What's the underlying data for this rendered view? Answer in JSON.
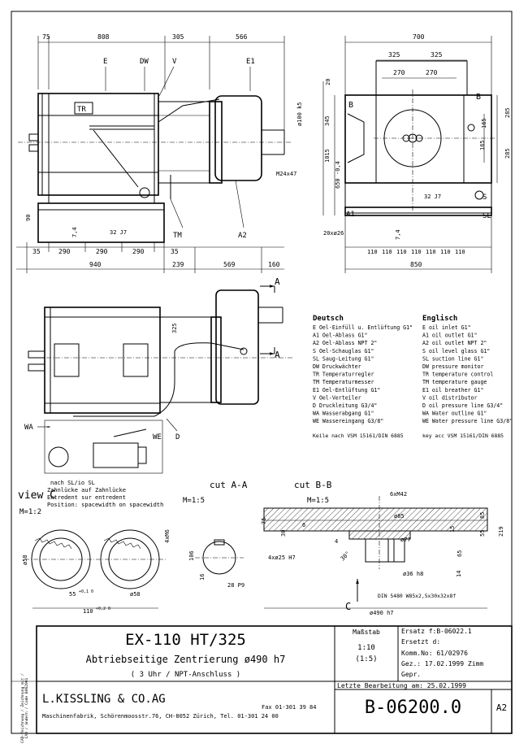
{
  "top_view": {
    "dims_top": [
      "75",
      "808",
      "305",
      "566"
    ],
    "labels": [
      "E",
      "DW",
      "V",
      "E1",
      "TR",
      "TM",
      "A2"
    ],
    "dims_bottom_row1": [
      "35",
      "290",
      "290",
      "290",
      "35"
    ],
    "dims_bottom_row2": [
      "940",
      "239",
      "569",
      "160"
    ],
    "dim_90": "90",
    "dim_7_4": "7,4",
    "dim_32_j7": "32 J7",
    "dim_shaft": "ø100 k5",
    "dim_thread": "M24x47"
  },
  "side_view": {
    "dims_top": [
      "700",
      "325",
      "325",
      "270",
      "270"
    ],
    "dims_left": [
      "20",
      "345",
      "1015",
      "650 -0,4"
    ],
    "dims_right": [
      "285",
      "165",
      "165",
      "285"
    ],
    "labels": [
      "B",
      "B",
      "S",
      "A1",
      "SL"
    ],
    "dim_32_j7": "32 J7",
    "dim_7_4": "7,4",
    "dim_holes": "20xø26",
    "dims_bottom_row1": [
      "110",
      "110",
      "110",
      "110",
      "110",
      "110",
      "110"
    ],
    "dim_850": "850"
  },
  "plan_view": {
    "labels": [
      "A",
      "A",
      "WA",
      "WE",
      "D"
    ],
    "dim_325": "325",
    "note_lines": [
      "nach SL/io SL",
      "Zahnlücke auf Zahnlücke",
      "Entredent sur entredent",
      "Position: spacewidth on spacewidth"
    ]
  },
  "legend": {
    "deutsch_title": "Deutsch",
    "englisch_title": "Englisch",
    "deutsch": [
      "E  Oel-Einfüll u. Entlüftung G1\"",
      "A1 Oel-Ablass G1\"",
      "A2 Oel-Ablass NPT 2\"",
      "S  Oel-Schauglas G1\"",
      "SL Saug-Leitung G1\"",
      "DW Druckwächter",
      "TR Temperaturregler",
      "TM Temperaturmesser",
      "E1 Oel-Entlüftung G1\"",
      "V  Oel-Verteiler",
      "D  Druckleitung G3/4\"",
      "WA Wasserabgang G1\"",
      "WE Wassereingang G3/8\""
    ],
    "englisch": [
      "E  oil inlet G1\"",
      "A1 oil outlet G1\"",
      "A2 oil outlet NPT 2\"",
      "S  oil level glass G1\"",
      "SL suction line G1\"",
      "DW pressure monitor",
      "TR temperature control",
      "TM temperature gauge",
      "E1 oil breather G1\"",
      "V  oil distributor",
      "D  oil pressure line G3/4\"",
      "WA Water outline G1\"",
      "WE Water pressure line G3/8\""
    ],
    "keys_de": "Keile nach VSM 15161/DIN 6885",
    "keys_en": "key acc VSM 15161/DIN 6885"
  },
  "view_c": {
    "title": "view C",
    "scale": "M=1:2",
    "dim_58a": "ø58",
    "dim_58b": "ø58",
    "dim_55": "55",
    "dim_55_tol": "+0,1 0",
    "dim_110": "110",
    "dim_110_tol": "+0,2 0",
    "dim_4xm6": "4xM6"
  },
  "cut_aa": {
    "title": "cut A-A",
    "scale": "M=1:5",
    "dim_106": "106",
    "dim_16": "16",
    "dim_28p9": "28 P9"
  },
  "cut_bb": {
    "title": "cut B-B",
    "scale": "M=1:5",
    "dims": [
      "6xM42",
      "ø85",
      "ø77",
      "ø36 h8",
      "4xø25 H7",
      "75",
      "30",
      "6",
      "4",
      "15",
      "65",
      "14",
      "55",
      "85",
      "219",
      "30°"
    ],
    "spline": "DIN 5480 W85x2,5x30x32x8f",
    "dim_490": "ø490 h7",
    "label_c": "C"
  },
  "title_block": {
    "title": "EX-110 HT/325",
    "subtitle": "Abtriebseitige Zentrierung ø490 h7",
    "note": "( 3 Uhr / NPT-Anschluss )",
    "company": "L.KISSLING & CO.AG",
    "address": "Maschinenfabrik, Schörenmoosstr.76, CH-8052 Zürich, Tel. 01-301 24 00",
    "fax": "Fax  01-301 39 84",
    "massstab_label": "Maßstab",
    "massstab": "1:10",
    "massstab2": "(1:5)",
    "ersatz": "Ersatz  f:B-06022.1",
    "ersetzt": "Ersetzt d:",
    "komm": "Komm.No:  61/02976",
    "gez": "Gez.: 17.02.1999   Zimm",
    "gepr": "Gepr.",
    "letzte": "Letzte Bearbeitung am:  25.02.1999",
    "drawing_no": "B-06200.0",
    "format": "A2",
    "side_note": "CAD-Zeichnung / Zeichnung mit / CAD / ändern / Code B062001"
  }
}
